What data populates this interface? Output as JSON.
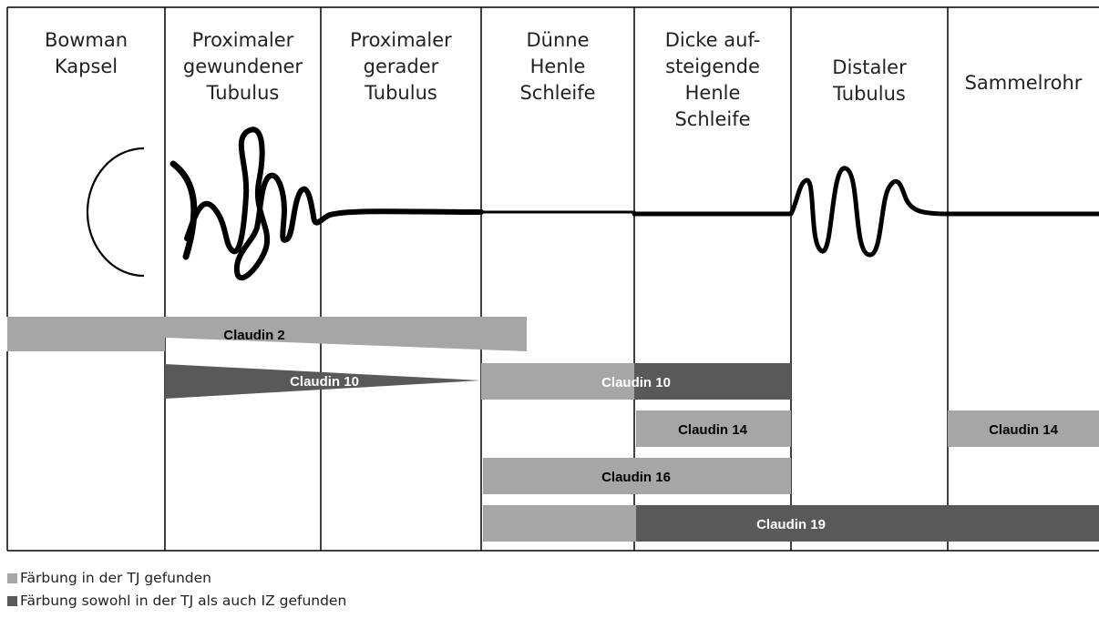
{
  "columns": [
    "Bowman\nKapsel",
    "Proximaler\ngewundener\nTubulus",
    "Proximaler\ngerader\nTubulus",
    "Dünne\nHenle\nSchleife",
    "Dicke auf-\nsteigende\nHenle\nSchleife",
    "Distaler\nTubulus",
    "Sammelrohr"
  ],
  "bars": [
    {
      "label": "Claudin 2"
    },
    {
      "label": "Claudin 10"
    },
    {
      "label": "Claudin 10"
    },
    {
      "label": "Claudin 14"
    },
    {
      "label": "Claudin 14"
    },
    {
      "label": "Claudin 16"
    },
    {
      "label": "Claudin 19"
    }
  ],
  "legend": [
    {
      "text": "Färbung in der TJ gefunden",
      "color": "#a6a6a6"
    },
    {
      "text": "Färbung sowohl in der TJ als auch IZ gefunden",
      "color": "#595959"
    }
  ],
  "colors": {
    "light": "#a6a6a6",
    "dark": "#595959",
    "line": "#000000"
  }
}
